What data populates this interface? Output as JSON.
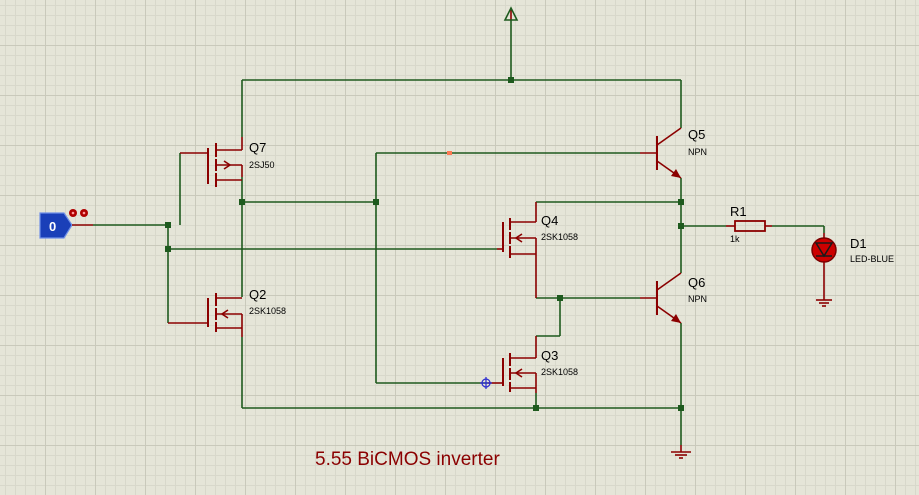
{
  "caption": "5.55 BiCMOS inverter",
  "input_terminal": {
    "value": "0"
  },
  "components": {
    "q7": {
      "ref": "Q7",
      "model": "2SJ50"
    },
    "q2": {
      "ref": "Q2",
      "model": "2SK1058"
    },
    "q4": {
      "ref": "Q4",
      "model": "2SK1058"
    },
    "q3": {
      "ref": "Q3",
      "model": "2SK1058"
    },
    "q5": {
      "ref": "Q5",
      "model": "NPN"
    },
    "q6": {
      "ref": "Q6",
      "model": "NPN"
    },
    "r1": {
      "ref": "R1",
      "value": "1k"
    },
    "d1": {
      "ref": "D1",
      "model": "LED-BLUE"
    }
  },
  "colors": {
    "background": "#e5e5d8",
    "wire": "#1e5a1e",
    "component": "#8b0000",
    "terminal": "#1a3fb8",
    "led_on": "#cc0000"
  }
}
